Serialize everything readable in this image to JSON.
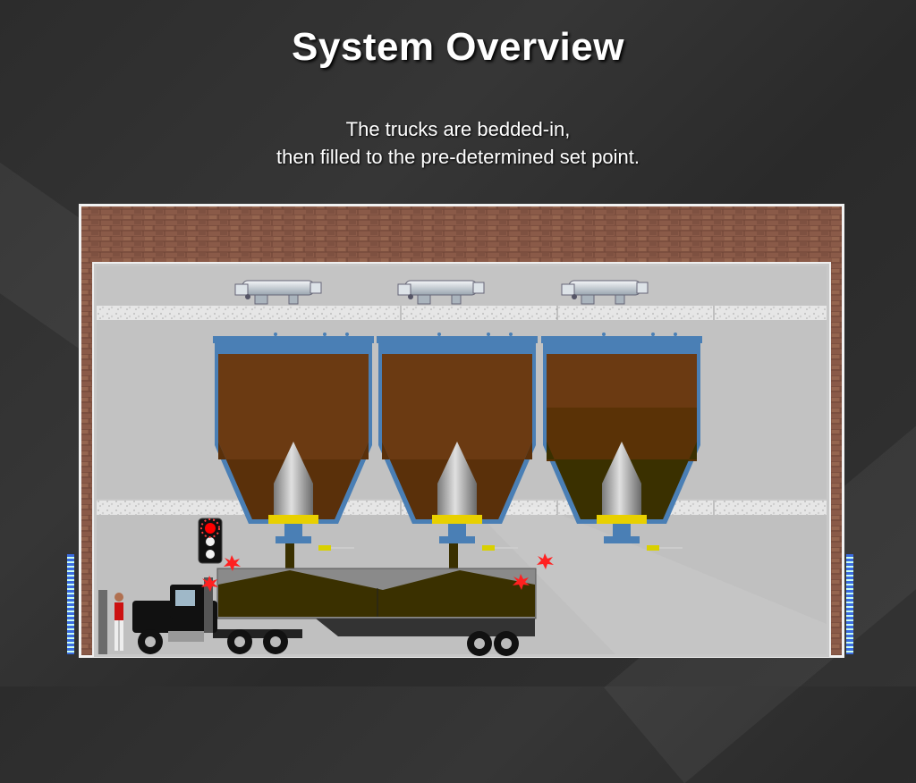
{
  "slide": {
    "title": "System Overview",
    "subtitle_line1": "The trucks are bedded-in,",
    "subtitle_line2": "then filled to the pre-determined set point."
  },
  "colors": {
    "background": "#2e2e2e",
    "brick": "#8a5a48",
    "bin_steel": "#4a7fb5",
    "material_brown": "#6b3a12",
    "material_dark": "#4a2a05",
    "material_olive": "#3a3000",
    "truck_body": "#111111",
    "signal_red": "#ff0000"
  },
  "icons": {
    "traffic_light": "traffic-light-icon",
    "operator": "person-icon",
    "conveyor": "screw-conveyor-icon"
  }
}
